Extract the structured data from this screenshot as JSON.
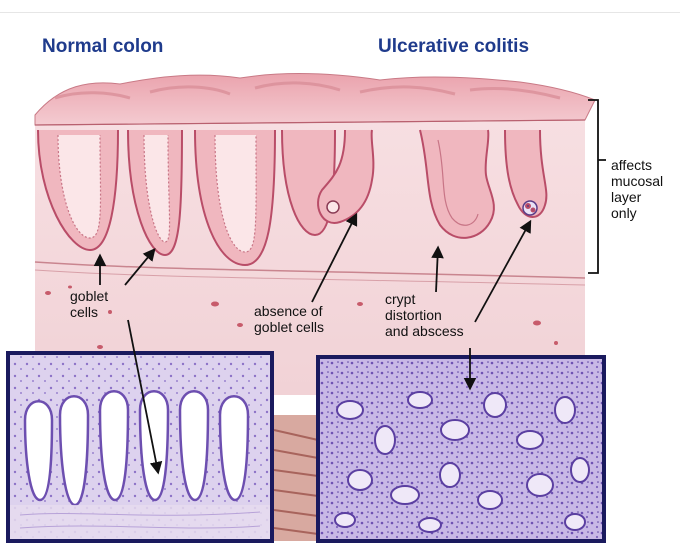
{
  "titles": {
    "normal": "Normal colon",
    "ulcerative": "Ulcerative colitis"
  },
  "labels": {
    "goblet_cells": "goblet\ncells",
    "absence_of_goblet_cells": "absence of\ngoblet cells",
    "crypt_distortion": "crypt\ndistortion\nand abscess",
    "affects_mucosal": "affects\nmucosal\nlayer\nonly"
  },
  "colors": {
    "title_blue": "#1f3b8c",
    "tissue_pink": "#e8a9b2",
    "tissue_light": "#f6dde0",
    "crypt_dark": "#b94d68",
    "histology_border": "#1a1a5e",
    "histology_purple": "#7f63bd",
    "histology_background": "#d9cdec"
  },
  "icons": {
    "arrows": "black-arrow",
    "bracket": "right-bracket"
  }
}
